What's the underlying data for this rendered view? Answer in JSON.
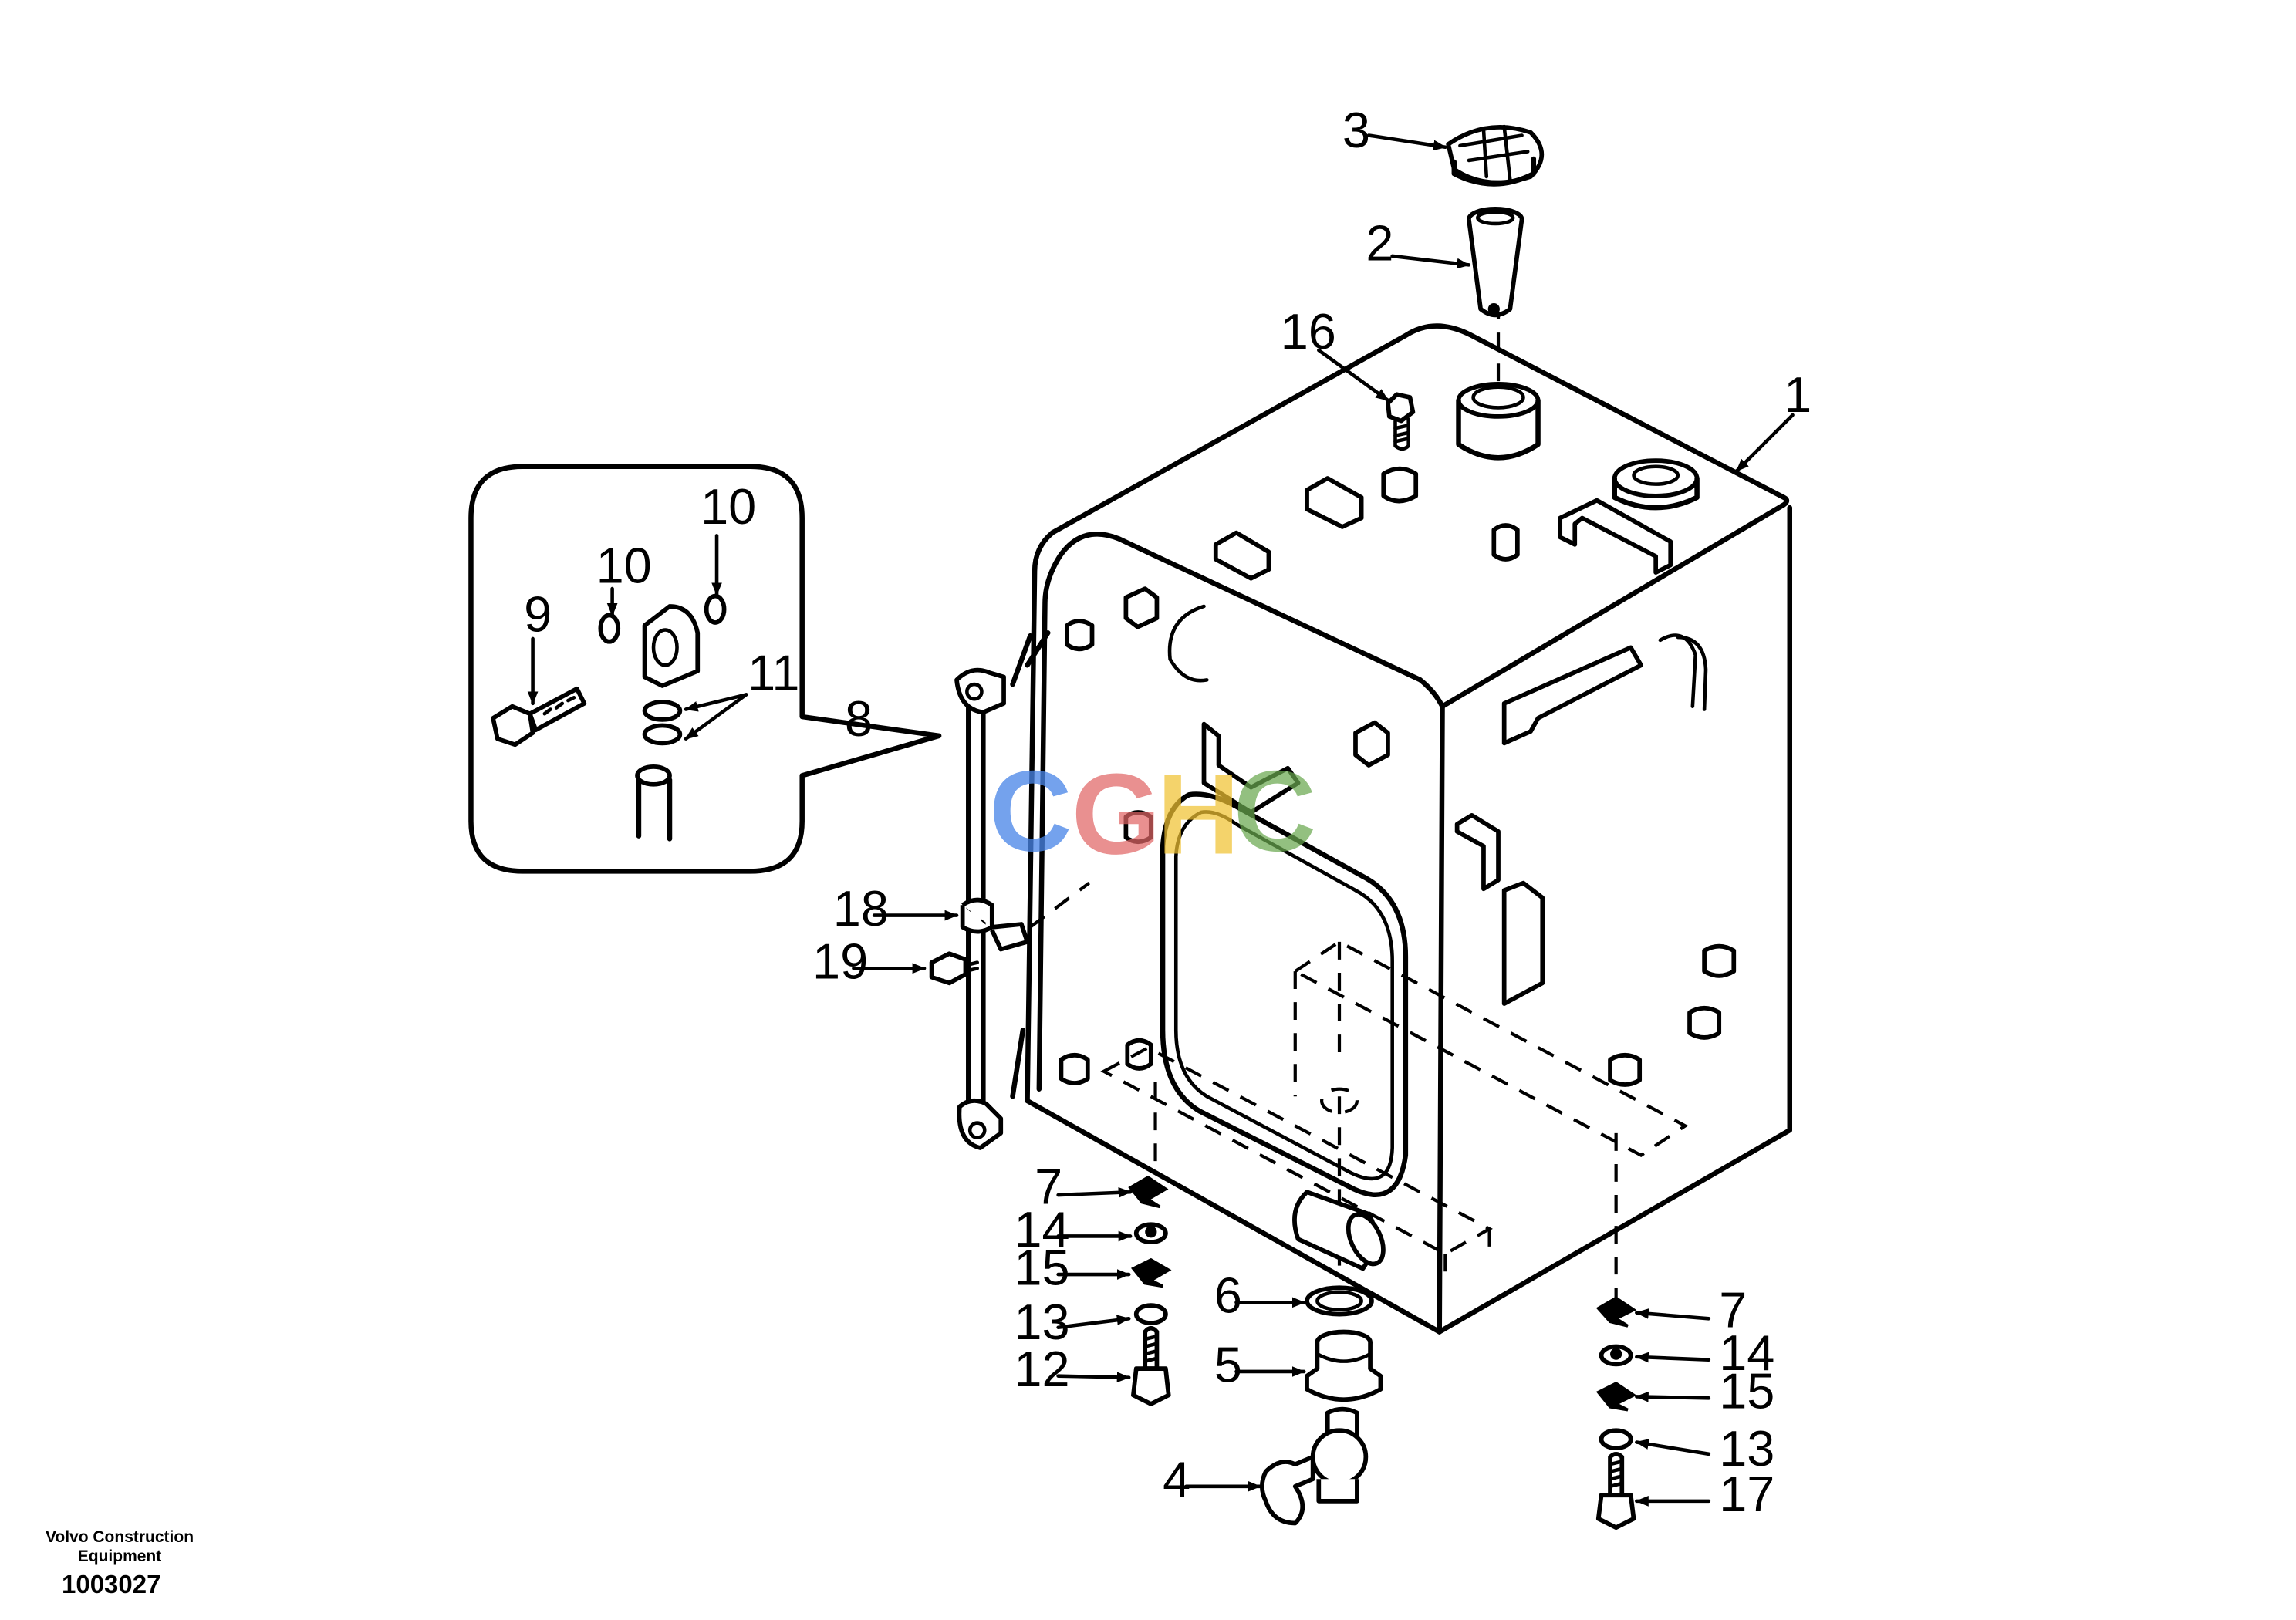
{
  "figure": {
    "company": "Volvo Construction Equipment",
    "drawing_number": "1003027",
    "watermark": "CGHC"
  },
  "callouts": [
    {
      "id": "c3",
      "label": "3"
    },
    {
      "id": "c2",
      "label": "2"
    },
    {
      "id": "c16",
      "label": "16"
    },
    {
      "id": "c1",
      "label": "1"
    },
    {
      "id": "c10a",
      "label": "10"
    },
    {
      "id": "c10b",
      "label": "10"
    },
    {
      "id": "c9",
      "label": "9"
    },
    {
      "id": "c11",
      "label": "11"
    },
    {
      "id": "c8",
      "label": "8"
    },
    {
      "id": "c18",
      "label": "18"
    },
    {
      "id": "c19",
      "label": "19"
    },
    {
      "id": "c7l",
      "label": "7"
    },
    {
      "id": "c14l",
      "label": "14"
    },
    {
      "id": "c15l",
      "label": "15"
    },
    {
      "id": "c13l",
      "label": "13"
    },
    {
      "id": "c12",
      "label": "12"
    },
    {
      "id": "c6",
      "label": "6"
    },
    {
      "id": "c5",
      "label": "5"
    },
    {
      "id": "c4",
      "label": "4"
    },
    {
      "id": "c7r",
      "label": "7"
    },
    {
      "id": "c14r",
      "label": "14"
    },
    {
      "id": "c15r",
      "label": "15"
    },
    {
      "id": "c13r",
      "label": "13"
    },
    {
      "id": "c17",
      "label": "17"
    }
  ],
  "colors": {
    "line": "#000000",
    "background": "#ffffff",
    "watermark_blue": "#4a86e8",
    "watermark_red": "#e06666",
    "watermark_yellow": "#f1c232",
    "watermark_green": "#6aa84f"
  }
}
